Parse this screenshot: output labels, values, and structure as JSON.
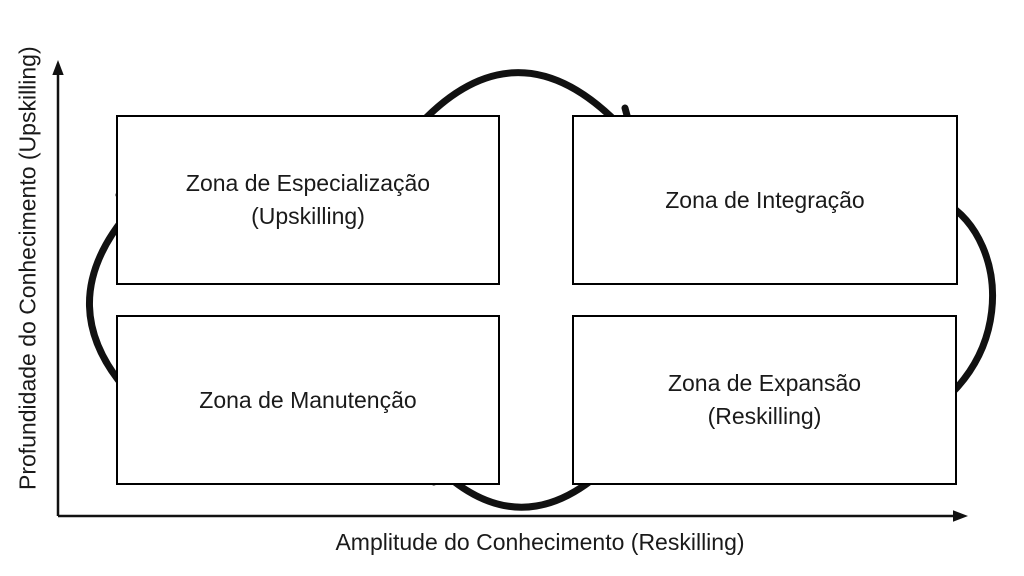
{
  "boxes": {
    "tl": {
      "line1": "Zona de Especialização",
      "line2": "(Upskilling)"
    },
    "tr": {
      "line1": "Zona de Integração"
    },
    "bl": {
      "line1": "Zona de Manutenção"
    },
    "br": {
      "line1": "Zona de Expansão",
      "line2": "(Reskilling)"
    }
  },
  "axes": {
    "y_label": "Profundidade do Conhecimento (Upskilling)",
    "x_label": "Amplitude do Conhecimento (Reskilling)"
  },
  "cycle": {
    "top_arrow": "especializacao-to-integracao",
    "right_arrow": "integracao-to-expansao",
    "bottom_arrow": "expansao-to-manutencao",
    "left_arrow": "manutencao-to-especializacao"
  },
  "colors": {
    "ink": "#111111",
    "box_border": "#000000",
    "background": "#ffffff"
  }
}
